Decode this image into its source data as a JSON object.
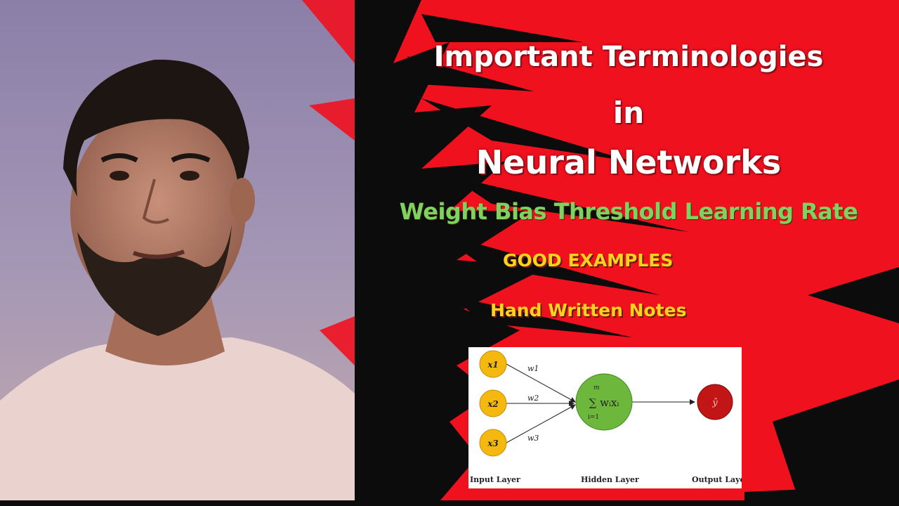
{
  "title": {
    "line1": "Important Terminologies",
    "line2": "in",
    "line3": "Neural Networks"
  },
  "terms": "Weight  Bias Threshold Learning Rate",
  "good_examples": "GOOD EXAMPLES",
  "notes": "Hand Written Notes",
  "diagram": {
    "inputs": [
      "x1",
      "x2",
      "x3"
    ],
    "weights": [
      "w1",
      "w2",
      "w3"
    ],
    "sum_label": "∑ wᵢxᵢ",
    "sum_upper": "m",
    "sum_lower": "i=1",
    "output": "ŷ",
    "input_layer_label": "Input Layer",
    "hidden_layer_label": "Hidden Layer",
    "output_layer_label": "Output Layer"
  },
  "colors": {
    "red_bg": "#f0111f",
    "lavender_bg": "#9c8fb3",
    "green_text": "#7fd160",
    "yellow_text": "#ffd21f",
    "input_node": "#f5b80f",
    "hidden_node": "#6db83c",
    "output_node": "#c21616"
  }
}
